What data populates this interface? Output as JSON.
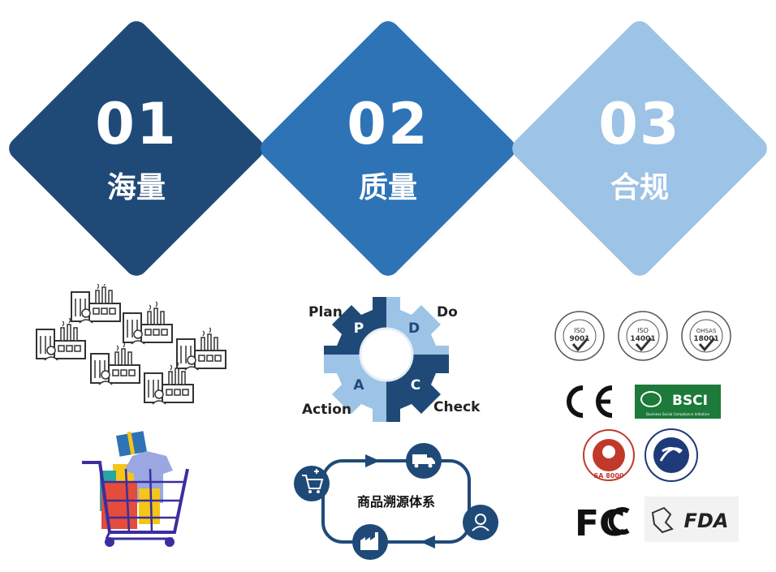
{
  "pillars": [
    {
      "number": "01",
      "label": "海量",
      "color": "#1f4a78"
    },
    {
      "number": "02",
      "label": "质量",
      "color": "#2e73b5"
    },
    {
      "number": "03",
      "label": "合规",
      "color": "#9dc3e6"
    }
  ],
  "pdca": {
    "plan_label": "Plan",
    "do_label": "Do",
    "action_label": "Action",
    "check_label": "Check",
    "p_letter": "P",
    "d_letter": "D",
    "a_letter": "A",
    "c_letter": "C",
    "dark_color": "#1f4a78",
    "light_color": "#9dc3e6"
  },
  "trace": {
    "label": "商品溯源体系",
    "color": "#1f4a78"
  },
  "certifications": {
    "iso9001": {
      "top": "ISO",
      "num": "9001"
    },
    "iso14001": {
      "top": "ISO",
      "num": "14001"
    },
    "ohsas": {
      "top": "OHSAS",
      "num": "18001"
    },
    "ce": "CE",
    "bsci": "BSCI",
    "bsci_sub": "Business Social Compliance Initiative",
    "sa8000": "SA 8000",
    "fcc": "FC",
    "fda": "FDA"
  }
}
